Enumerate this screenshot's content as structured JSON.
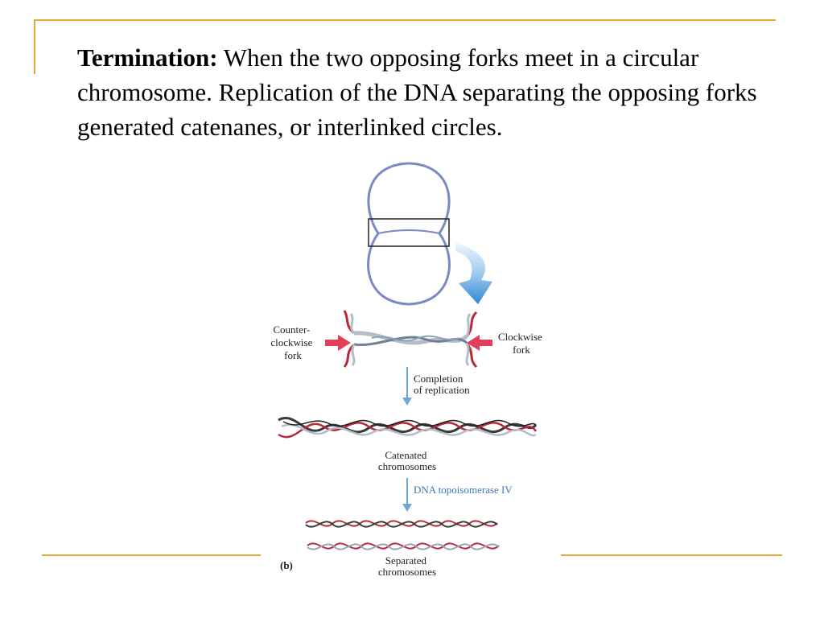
{
  "slide": {
    "heading_bold": "Termination:",
    "heading_rest": " When the two opposing forks meet in a circular chromosome. Replication of the DNA separating the opposing forks generated catenanes, or interlinked circles."
  },
  "figure": {
    "left_fork": [
      "Counter-",
      "clockwise",
      "fork"
    ],
    "right_fork": [
      "Clockwise",
      "fork"
    ],
    "step1": [
      "Completion",
      "of replication"
    ],
    "catenated": [
      "Catenated",
      "chromosomes"
    ],
    "step2": "DNA topoisomerase IV",
    "separated": [
      "Separated",
      "chromosomes"
    ],
    "panel": "(b)"
  },
  "colors": {
    "rule": "#e1a93a",
    "circle": "#7b89c4",
    "arrow_blue": "#3a8bd6",
    "strand_red": "#b8283a",
    "strand_dark": "#3a3a3a",
    "strand_gray": "#b4bcc8",
    "fork_arrow": "#e0405a"
  }
}
